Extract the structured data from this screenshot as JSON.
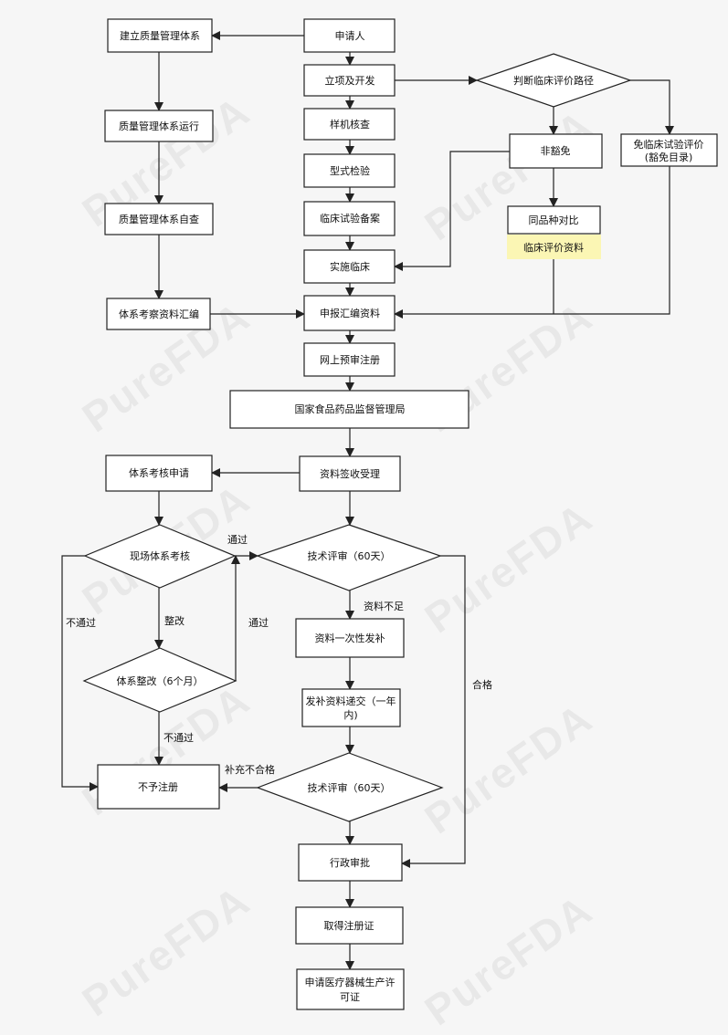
{
  "watermark": {
    "text": "PureFDA"
  },
  "nodes": {
    "applicant": "申请人",
    "qms_build": "建立质量管理体系",
    "project_dev": "立项及开发",
    "clinical_path": "判断临床评价路径",
    "qms_run": "质量管理体系运行",
    "sample_check": "样机核查",
    "non_exempt": "非豁免",
    "exempt_eval": [
      "免临床试验评价",
      "(豁免目录)"
    ],
    "type_test": "型式检验",
    "qms_selfcheck": "质量管理体系自查",
    "clinical_filing": "临床试验备案",
    "same_compare": "同品种对比",
    "clinical_data": "临床评价资料",
    "conduct_clinical": "实施临床",
    "system_compile": "体系考察资料汇编",
    "submit_compile": "申报汇编资料",
    "online_prereview": "网上预审注册",
    "nmpa": "国家食品药品监督管理局",
    "system_apply": "体系考核申请",
    "accept": "资料签收受理",
    "onsite_review": "现场体系考核",
    "tech_review1": "技术评审（60天）",
    "one_time_supp": "资料一次性发补",
    "system_rectify": "体系整改（6个月）",
    "supp_submit": [
      "发补资料递交（一年",
      "内)"
    ],
    "reject": "不予注册",
    "tech_review2": "技术评审（60天）",
    "admin_approve": "行政审批",
    "get_cert": "取得注册证",
    "apply_license": [
      "申请医疗器械生产许",
      "可证"
    ]
  },
  "edge_labels": {
    "pass_top": "通过",
    "fail_left": "不通过",
    "rectify": "整改",
    "pass_right": "通过",
    "fail_bottom": "不通过",
    "insufficient": "资料不足",
    "qualified": "合格",
    "supp_unqualified": "补充不合格"
  },
  "colors": {
    "highlight": "#fbf6b4",
    "stroke": "#222222",
    "background": "#f6f6f6"
  }
}
